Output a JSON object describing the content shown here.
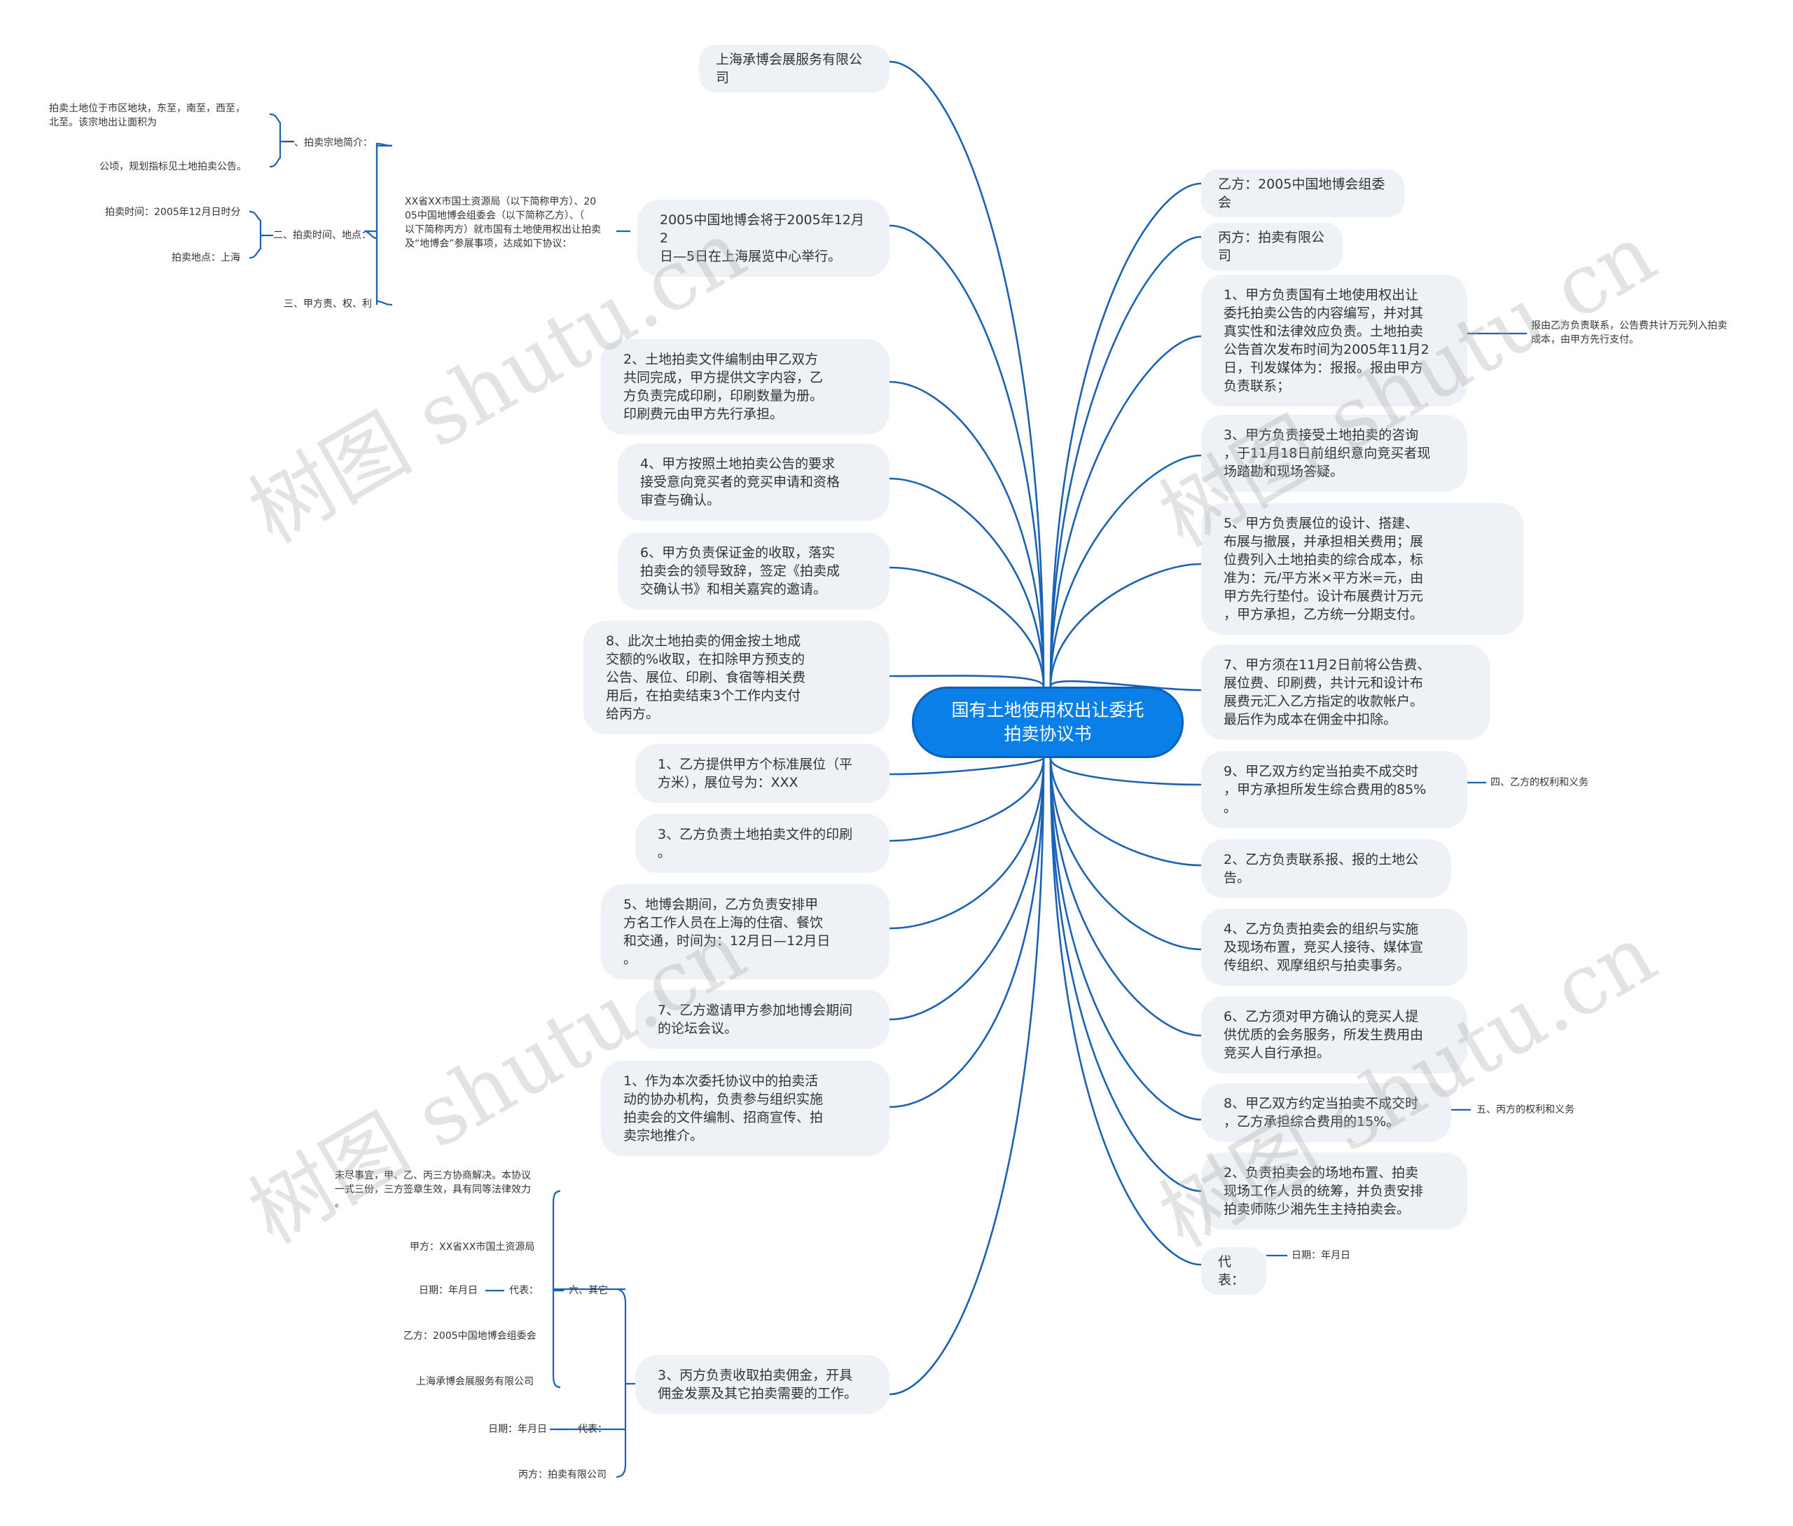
{
  "root": {
    "title": "国有土地使用权出让委托\n拍卖协议书"
  },
  "left": {
    "company": "上海承博会展服务有限公司",
    "expo": "2005中国地博会将于2005年12月2\n日—5日在上海展览中心举行。",
    "expo_sub": "XX省XX市国土资源局（以下简称甲方）、20\n05中国地博会组委会（以下简称乙方）、（\n以下简称丙方）就市国有土地使用权出让拍卖\n及“地博会”参展事项，达成如下协议：",
    "sec1": "一、拍卖宗地简介：",
    "sec1_a": "拍卖土地位于市区地块，东至，南至，西至，\n北至。该宗地出让面积为",
    "sec1_b": "公顷，规划指标见土地拍卖公告。",
    "sec2": "二、拍卖时间、地点：",
    "sec2_a": "拍卖时间：2005年12月日时分",
    "sec2_b": "拍卖地点：上海",
    "sec3": "三、甲方责、权、利",
    "n_a2": "2、土地拍卖文件编制由甲乙双方\n共同完成，甲方提供文字内容，乙\n方负责完成印刷，印刷数量为册。\n印刷费元由甲方先行承担。",
    "n_a4": "4、甲方按照土地拍卖公告的要求\n接受意向竞买者的竞买申请和资格\n审查与确认。",
    "n_a6": "6、甲方负责保证金的收取，落实\n拍卖会的领导致辞，签定《拍卖成\n交确认书》和相关嘉宾的邀请。",
    "n_a8": "8、此次土地拍卖的佣金按土地成\n交额的%收取，在扣除甲方预支的\n公告、展位、印刷、食宿等相关费\n用后，在拍卖结束3个工作内支付\n给丙方。",
    "n_b1": "1、乙方提供甲方个标准展位（平\n方米），展位号为：XXX",
    "n_b3": "3、乙方负责土地拍卖文件的印刷\n。",
    "n_b5": "5、地博会期间，乙方负责安排甲\n方名工作人员在上海的住宿、餐饮\n和交通，时间为：12月日—12月日\n。",
    "n_b7": "7、乙方邀请甲方参加地博会期间\n的论坛会议。",
    "n_c1": "1、作为本次委托协议中的拍卖活\n动的协办机构，负责参与组织实施\n拍卖会的文件编制、招商宣传、拍\n卖宗地推介。",
    "n_c3": "3、丙方负责收取拍卖佣金，开具\n佣金发票及其它拍卖需要的工作。",
    "c3_other": "六、其它",
    "c3_other_1": "未尽事宜，甲、乙、丙三方协商解决。本协议\n一式三份，三方签章生效，具有同等法律效力\n。",
    "c3_other_2": "甲方：XX省XX市国土资源局",
    "c3_other_3_date": "日期：年月日",
    "c3_other_3_rep": "代表：",
    "c3_other_4": "乙方：2005中国地博会组委会",
    "c3_other_5": "上海承博会展服务有限公司",
    "c3_date": "日期：年月日",
    "c3_rep": "代表：",
    "c3_bing": "丙方：拍卖有限公司"
  },
  "right": {
    "yi": "乙方：2005中国地博会组委会",
    "bing": "丙方：拍卖有限公司",
    "r_a1": "1、甲方负责国有土地使用权出让\n委托拍卖公告的内容编写，并对其\n真实性和法律效应负责。土地拍卖\n公告首次发布时间为2005年11月2\n日，刊发媒体为：报报。报由甲方\n负责联系；",
    "r_a1_note": "报由乙方负责联系，公告费共计万元列入拍卖\n成本，由甲方先行支付。",
    "r_a3": "3、甲方负责接受土地拍卖的咨询\n，于11月18日前组织意向竞买者现\n场踏勘和现场答疑。",
    "r_a5": "5、甲方负责展位的设计、搭建、\n布展与撤展，并承担相关费用；展\n位费列入土地拍卖的综合成本，标\n准为：元/平方米×平方米=元，由\n甲方先行垫付。设计布展费计万元\n，甲方承担，乙方统一分期支付。",
    "r_a7": "7、甲方须在11月2日前将公告费、\n展位费、印刷费，共计元和设计布\n展费元汇入乙方指定的收款帐户。\n最后作为成本在佣金中扣除。",
    "r_a9": "9、甲乙双方约定当拍卖不成交时\n，甲方承担所发生综合费用的85%\n。",
    "r_a9_note": "四、乙方的权利和义务",
    "r_b2": "2、乙方负责联系报、报的土地公\n告。",
    "r_b4": "4、乙方负责拍卖会的组织与实施\n及现场布置，竞买人接待、媒体宣\n传组织、观摩组织与拍卖事务。",
    "r_b6": "6、乙方须对甲方确认的竞买人提\n供优质的会务服务，所发生费用由\n竞买人自行承担。",
    "r_b8": "8、甲乙双方约定当拍卖不成交时\n，乙方承担综合费用的15%。",
    "r_b8_note": "五、丙方的权利和义务",
    "r_c2": "2、负责拍卖会的场地布置、拍卖\n现场工作人员的统筹，并负责安排\n拍卖师陈少湘先生主持拍卖会。",
    "rep": "代表：",
    "rep_date": "日期：年月日"
  },
  "watermark": "树图 shutu.cn",
  "colors": {
    "link": "#1b62b5",
    "root_fill": "#0b7fe8",
    "node_fill": "#eef1f5"
  }
}
